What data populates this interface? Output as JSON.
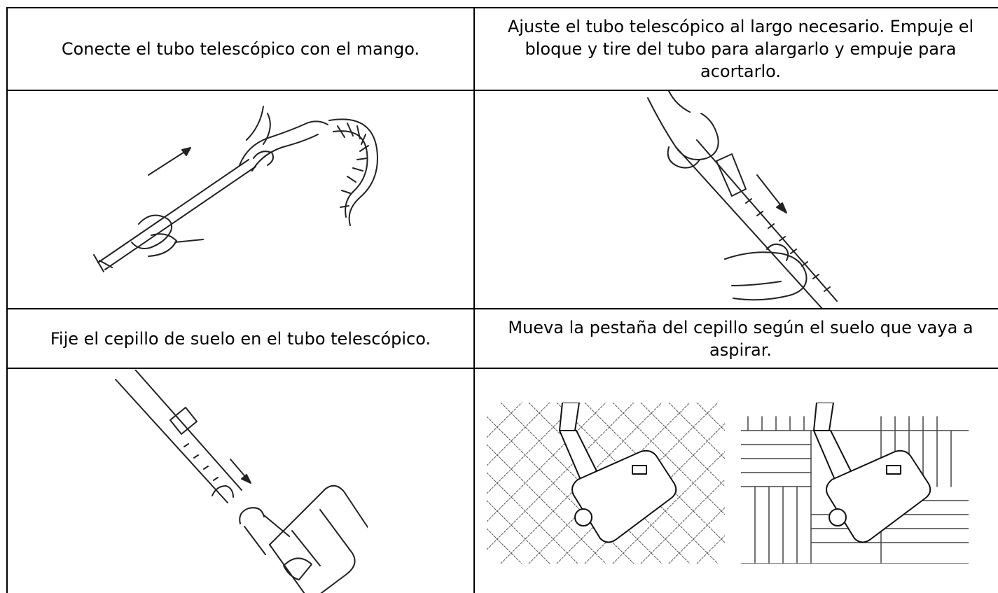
{
  "instructions": {
    "step1": {
      "caption": "Conecte el tubo telescópico con el mango."
    },
    "step2": {
      "caption": "Ajuste el tubo telescópico al largo necesario. Empuje el bloque y tire del tubo para alargarlo y empuje para acortarlo."
    },
    "step3": {
      "caption": "Fije el cepillo de suelo en el tubo telescópico."
    },
    "step4": {
      "caption": "Mueva la pestaña del cepillo según el suelo que vaya a aspirar."
    }
  },
  "illustrations": [
    {
      "id": "connect-tube-to-handle",
      "icon": "hose-handle-illustration"
    },
    {
      "id": "adjust-telescopic-tube",
      "icon": "telescopic-tube-illustration"
    },
    {
      "id": "attach-floor-brush",
      "icon": "floor-brush-attach-illustration"
    },
    {
      "id": "brush-on-carpet",
      "icon": "carpet-floor-illustration"
    },
    {
      "id": "brush-on-hard-floor",
      "icon": "hard-floor-illustration"
    }
  ],
  "colors": {
    "border": "#000000",
    "line_art": "#222222"
  }
}
